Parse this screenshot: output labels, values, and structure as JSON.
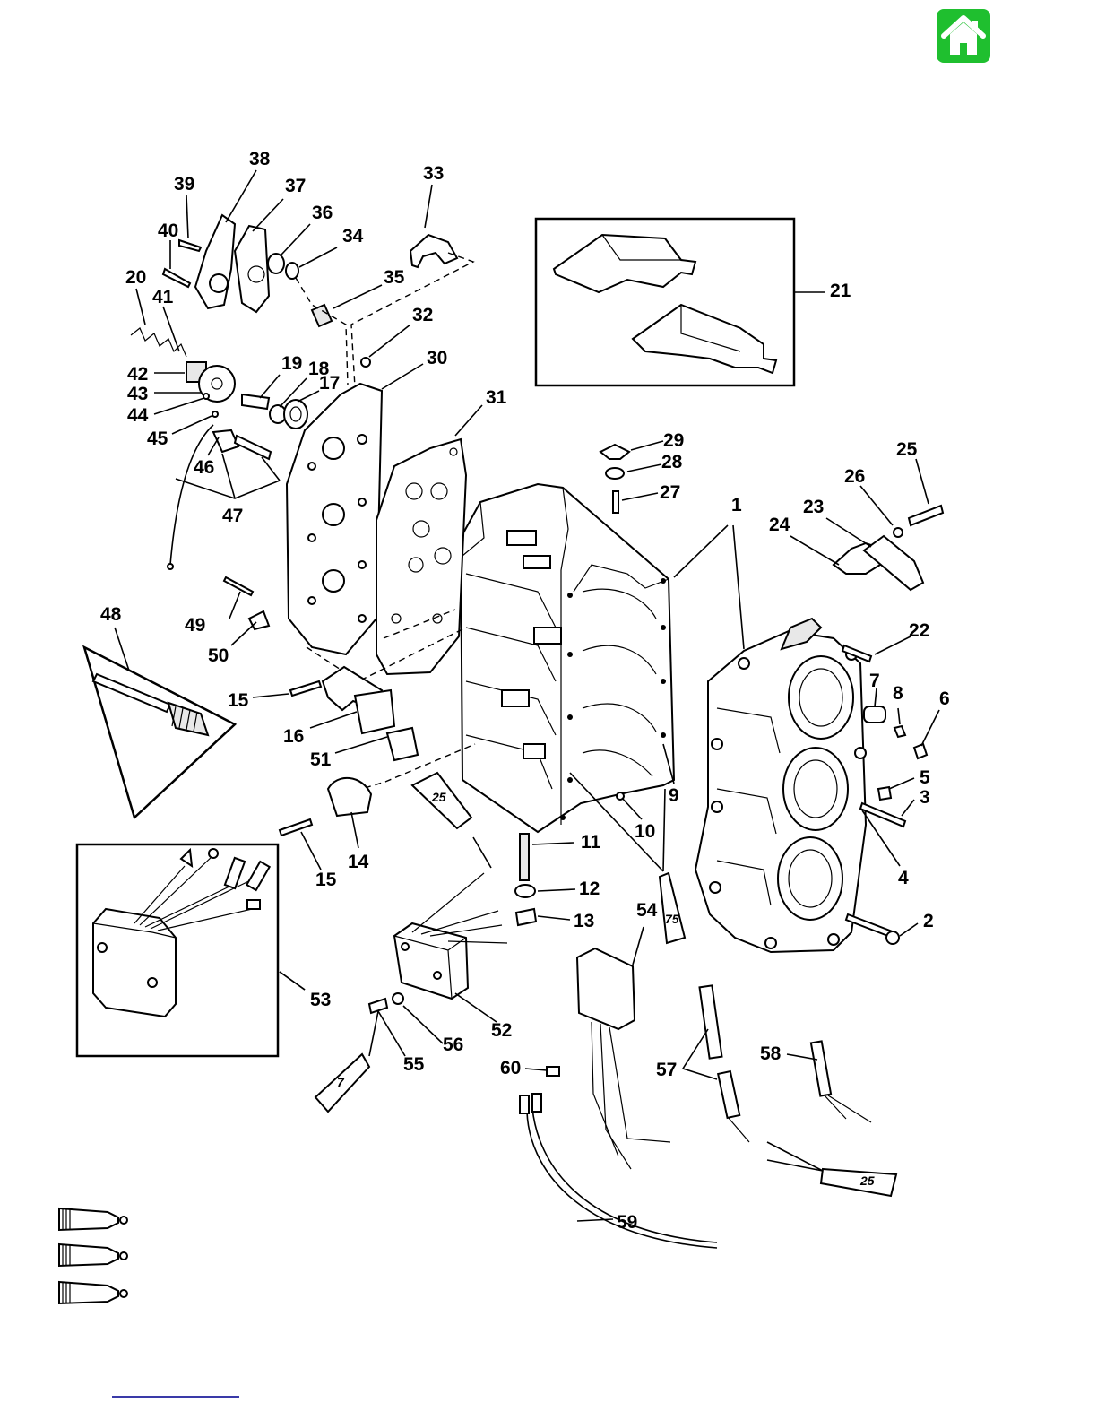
{
  "home_button": {
    "icon": "home-icon",
    "color": "#1fbf2f"
  },
  "callouts": {
    "1": "1",
    "2": "2",
    "3": "3",
    "4": "4",
    "5": "5",
    "6": "6",
    "7": "7",
    "8": "8",
    "9": "9",
    "10": "10",
    "11": "11",
    "12": "12",
    "13": "13",
    "14": "14",
    "15a": "15",
    "15b": "15",
    "16": "16",
    "17": "17",
    "18": "18",
    "19": "19",
    "20": "20",
    "21": "21",
    "22": "22",
    "23": "23",
    "24": "24",
    "25": "25",
    "26": "26",
    "27": "27",
    "28": "28",
    "29": "29",
    "30": "30",
    "31": "31",
    "32": "32",
    "33": "33",
    "34": "34",
    "35": "35",
    "36": "36",
    "37": "37",
    "38": "38",
    "39": "39",
    "40": "40",
    "41": "41",
    "42": "42",
    "43": "43",
    "44": "44",
    "45": "45",
    "46": "46",
    "47": "47",
    "48": "48",
    "49": "49",
    "50": "50",
    "51": "51",
    "52": "52",
    "53": "53",
    "54": "54",
    "55": "55",
    "56": "56",
    "57": "57",
    "58": "58",
    "59": "59",
    "60": "60"
  },
  "tube_labels": {
    "t25a": "25",
    "t75": "75",
    "t7": "7",
    "t25b": "25"
  },
  "legend_tubes": [
    "sealant-tube-icon",
    "sealant-tube-icon",
    "sealant-tube-icon"
  ],
  "colors": {
    "home": "#1fbf2f",
    "link_underline": "#3a3aa8"
  }
}
